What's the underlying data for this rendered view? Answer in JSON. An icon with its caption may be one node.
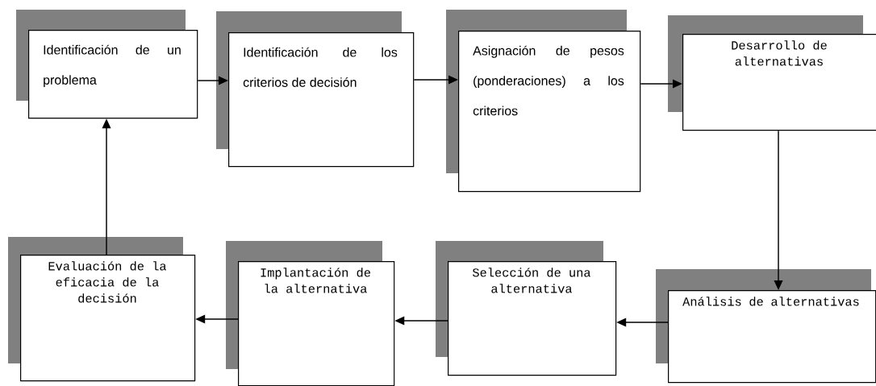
{
  "diagram": {
    "nodes": [
      {
        "text": [
          "Identificación de un problema"
        ]
      },
      {
        "text": [
          "Identificación de los criterios de decisión"
        ]
      },
      {
        "text": [
          "Asignación de pesos (ponderaciones) a los criterios"
        ]
      },
      {
        "text": [
          "Desarrollo de alternativas"
        ]
      },
      {
        "text": [
          "Análisis de alternativas"
        ]
      },
      {
        "text": [
          "Selección de una alternativa"
        ]
      },
      {
        "text": [
          "Implantación de la alternativa"
        ]
      },
      {
        "text": [
          "Evaluación de la eficacia de la decisión"
        ]
      }
    ],
    "edges": [
      {
        "from": 0,
        "to": 1,
        "arrow": "to"
      },
      {
        "from": 1,
        "to": 2,
        "arrow": "to"
      },
      {
        "from": 2,
        "to": 3,
        "arrow": "to"
      },
      {
        "from": 3,
        "to": 4,
        "arrow": "to"
      },
      {
        "from": 4,
        "to": 5,
        "arrow": "to"
      },
      {
        "from": 5,
        "to": 6,
        "arrow": "to"
      },
      {
        "from": 6,
        "to": 7,
        "arrow": "to"
      },
      {
        "from": 7,
        "to": 0,
        "arrow": "to"
      }
    ]
  }
}
